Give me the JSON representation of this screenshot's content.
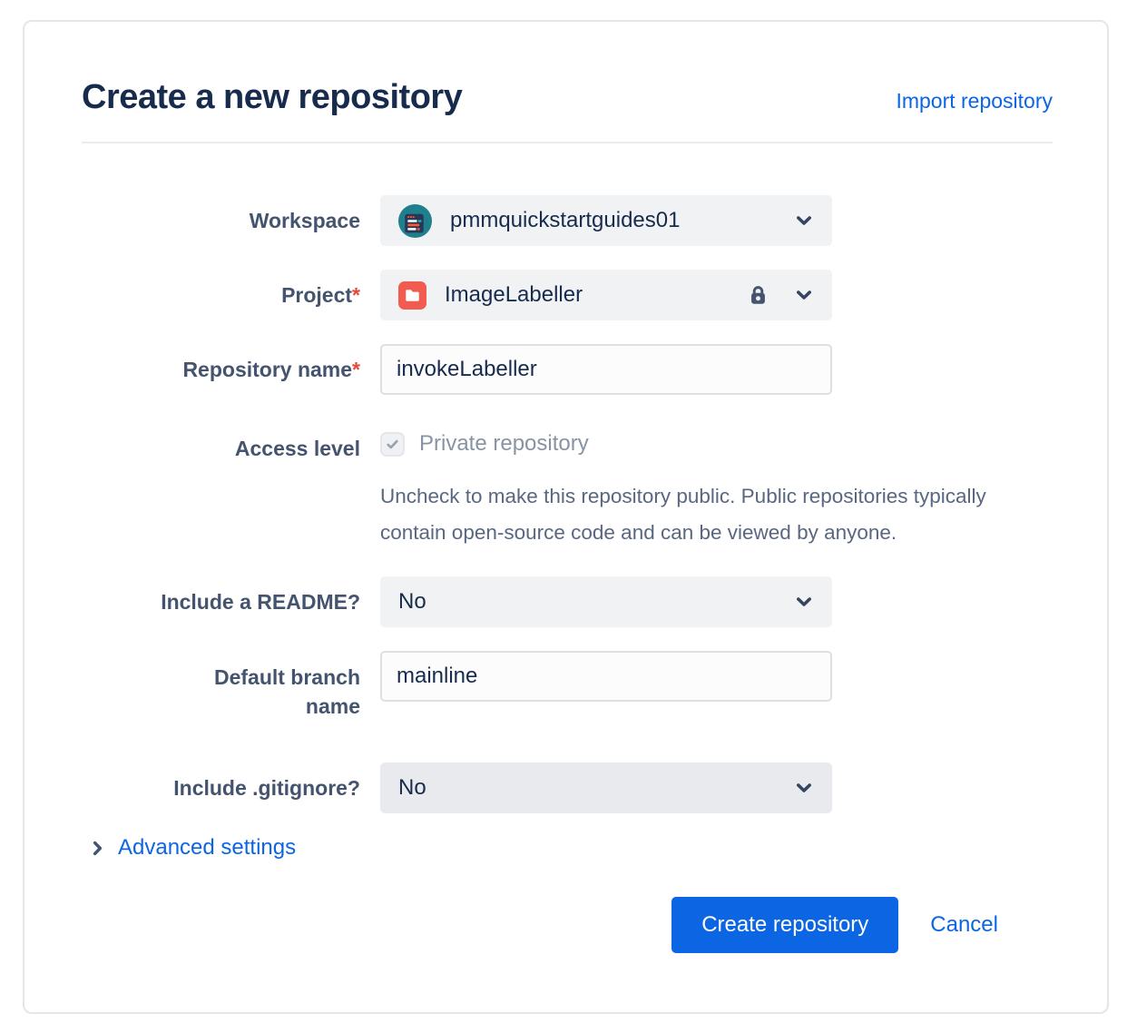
{
  "page": {
    "title": "Create a new repository",
    "import_link": "Import repository"
  },
  "form": {
    "workspace": {
      "label": "Workspace",
      "value": "pmmquickstartguides01",
      "avatar_icon": "workspace-avatar"
    },
    "project": {
      "label": "Project",
      "required_mark": "*",
      "value": "ImageLabeller",
      "icons": [
        "project-folder-icon",
        "lock-icon",
        "chevron-down-icon"
      ]
    },
    "repository_name": {
      "label": "Repository name",
      "required_mark": "*",
      "value": "invokeLabeller"
    },
    "access_level": {
      "label": "Access level",
      "checkbox_label": "Private repository",
      "checkbox_checked": true,
      "checkbox_disabled": true,
      "help_text": "Uncheck to make this repository public. Public repositories typically contain open-source code and can be viewed by anyone."
    },
    "readme": {
      "label": "Include a README?",
      "value": "No"
    },
    "default_branch": {
      "label": "Default branch name",
      "value": "mainline"
    },
    "gitignore": {
      "label": "Include .gitignore?",
      "value": "No"
    },
    "advanced_settings_label": "Advanced settings"
  },
  "actions": {
    "create_label": "Create repository",
    "cancel_label": "Cancel"
  },
  "colors": {
    "accent_blue": "#0C66E4",
    "title_navy": "#172B4D",
    "label_slate": "#44546F",
    "muted_gray": "#8993A4",
    "required_red": "#E34935",
    "project_icon_red": "#F15B50",
    "workspace_avatar_teal": "#1F7F8C",
    "field_gray": "#F1F2F4"
  }
}
